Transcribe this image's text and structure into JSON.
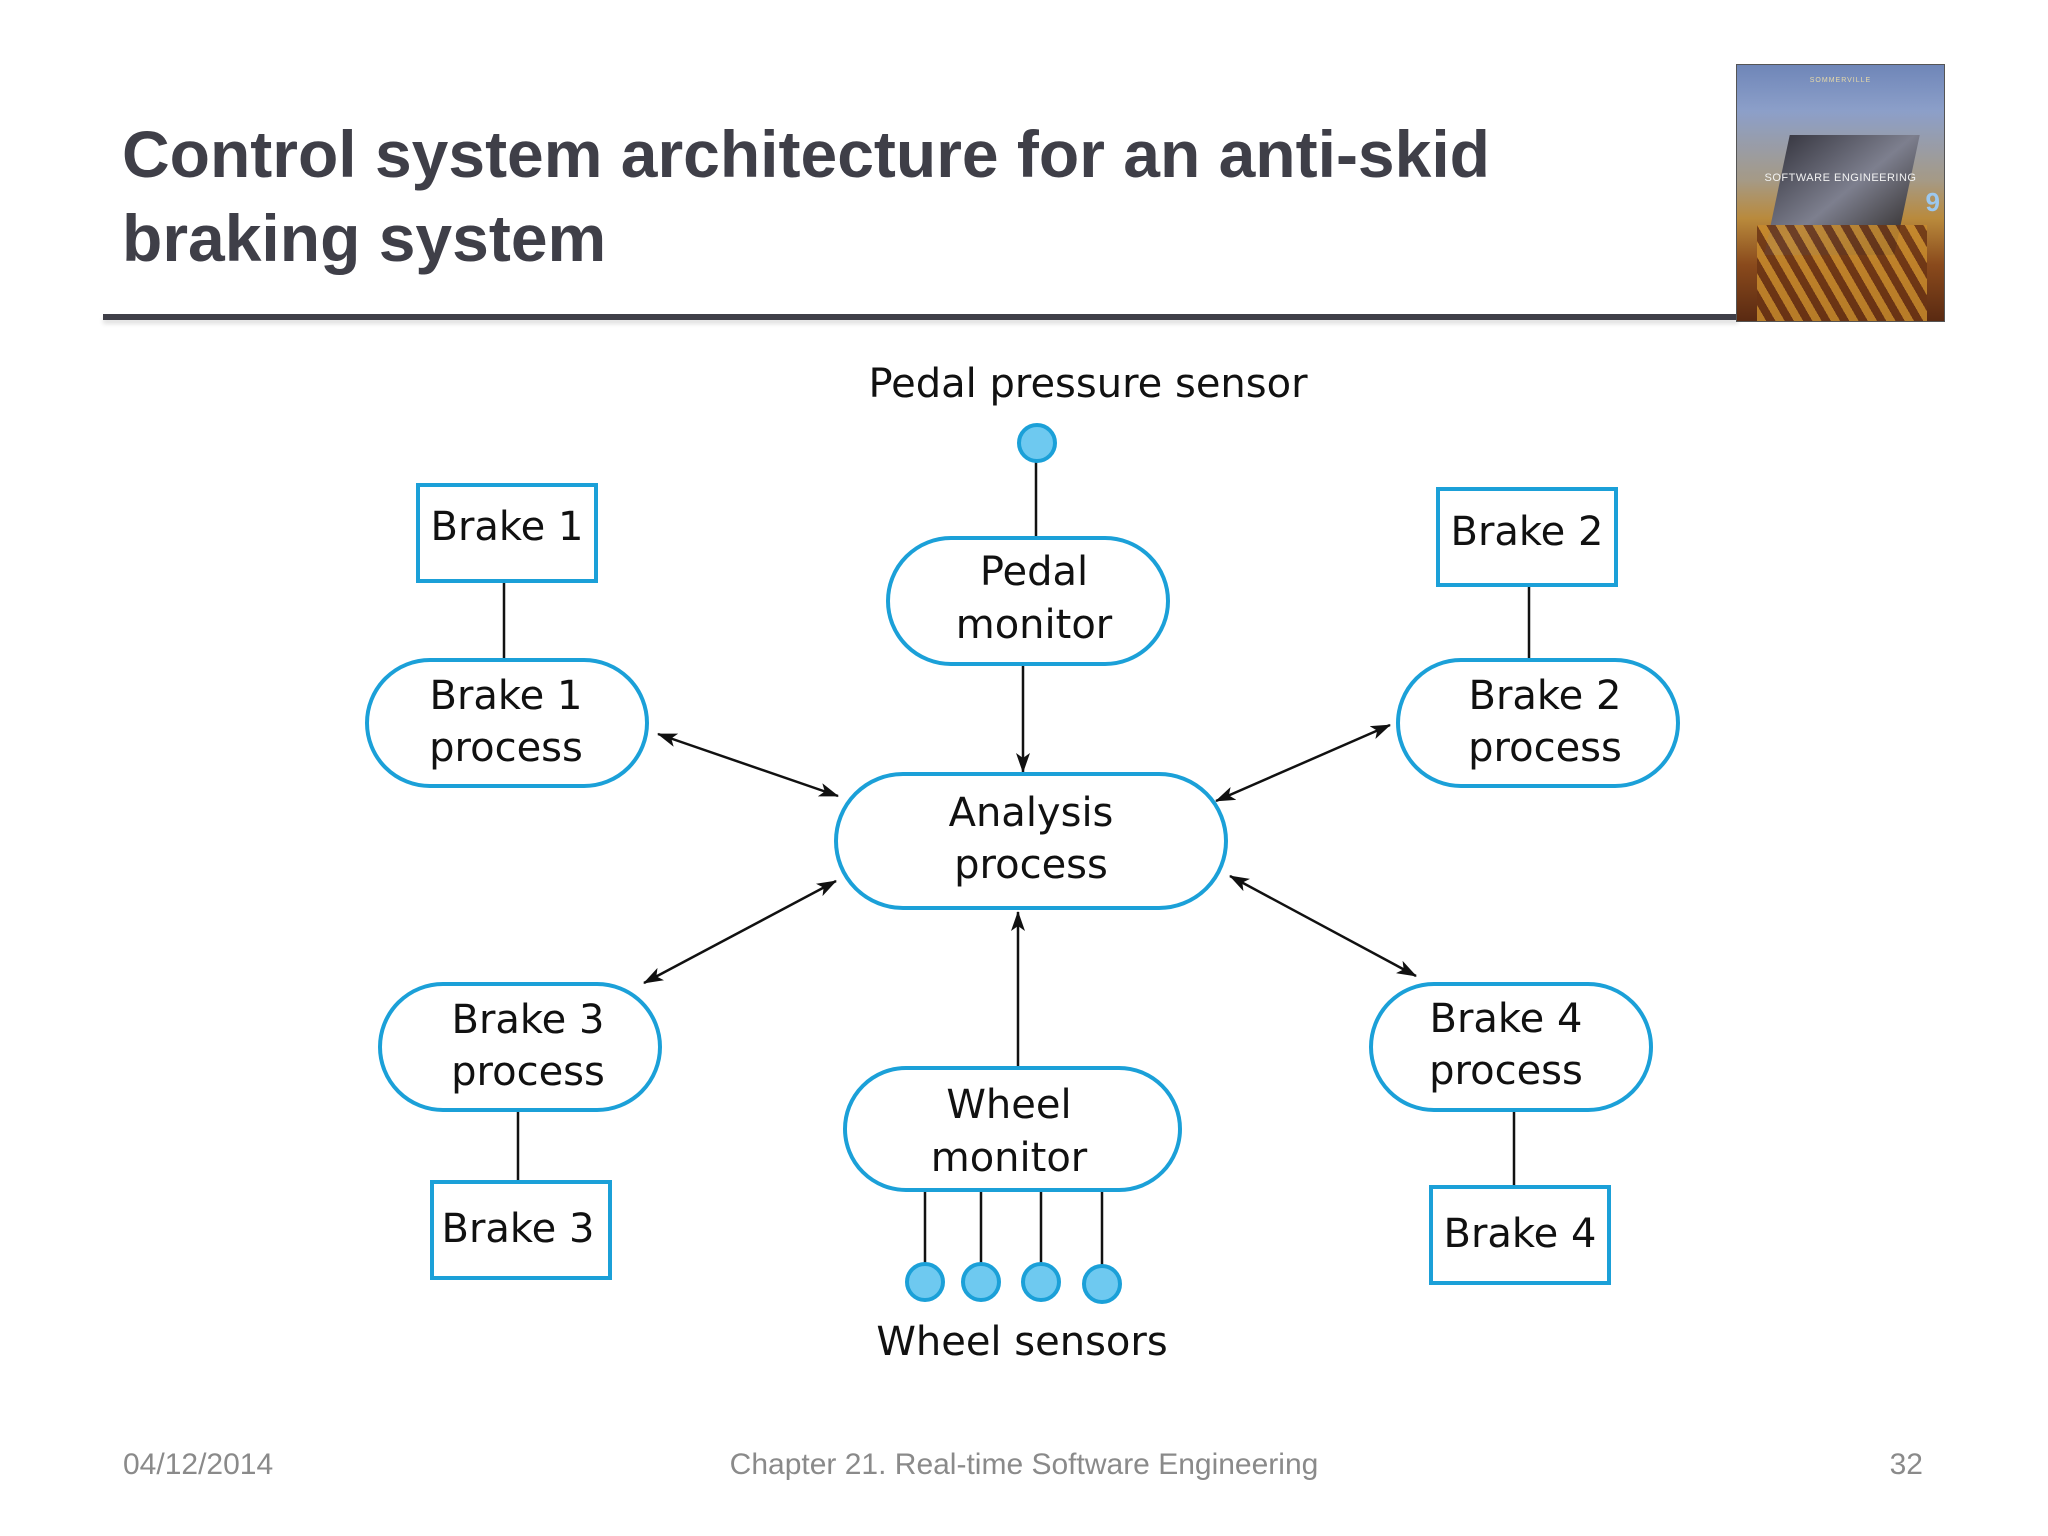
{
  "slide": {
    "title": "Control system architecture for an anti-skid braking system",
    "book_cover": {
      "top_text": "SOMMERVILLE",
      "title_text": "SOFTWARE ENGINEERING",
      "edition": "9"
    }
  },
  "diagram": {
    "labels": {
      "pedal_sensor": "Pedal pressure sensor",
      "wheel_sensors": "Wheel sensors"
    },
    "boxes": {
      "brake1": "Brake 1",
      "brake2": "Brake 2",
      "brake3": "Brake 3",
      "brake4": "Brake 4"
    },
    "processes": {
      "brake1_line1": "Brake 1",
      "brake1_line2": "process",
      "brake2_line1": "Brake 2",
      "brake2_line2": "process",
      "brake3_line1": "Brake 3",
      "brake3_line2": "process",
      "brake4_line1": "Brake 4",
      "brake4_line2": "process",
      "pedal_line1": "Pedal",
      "pedal_line2": "monitor",
      "analysis_line1": "Analysis",
      "analysis_line2": "process",
      "wheel_line1": "Wheel",
      "wheel_line2": "monitor"
    },
    "colors": {
      "stroke_blue": "#1ba0d8",
      "sensor_fill": "#6ec9f0",
      "line": "#111111"
    }
  },
  "footer": {
    "date": "04/12/2014",
    "chapter": "Chapter 21. Real-time Software Engineering",
    "page": "32"
  }
}
